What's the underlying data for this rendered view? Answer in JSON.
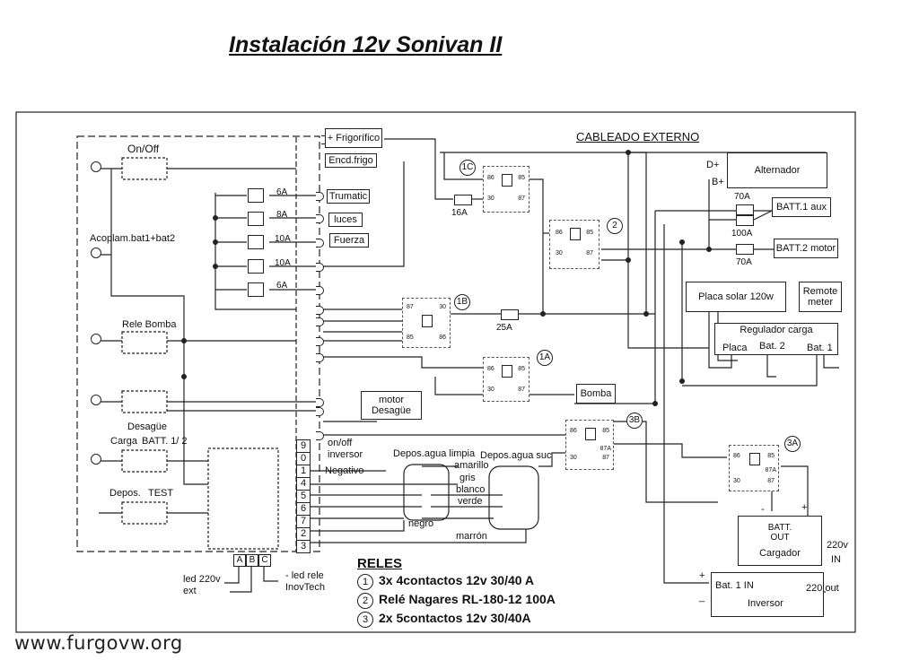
{
  "title": "Instalación 12v Sonivan II",
  "watermark": "www.furgovw.org",
  "external_header": "CABLEADO EXTERNO",
  "left_panel": {
    "on_off": "On/Off",
    "acoplam": "Acoplam.bat1+bat2",
    "rele_bomba": "Rele Bomba",
    "desague": "Desagüe",
    "carga": "Carga",
    "batt12": "BATT. 1/ 2",
    "depos": "Depos.",
    "test": "TEST"
  },
  "fuses": [
    "6A",
    "8A",
    "10A",
    "10A",
    "6A"
  ],
  "loads": {
    "frigorifico": "+ Frigorífico",
    "encd_frigo": "Encd.frigo",
    "trumatic": "Trumatic",
    "luces": "luces",
    "fuerza": "Fuerza",
    "motor_desague_1": "motor",
    "motor_desague_2": "Desagüe",
    "bomba": "Bomba",
    "onoff_inversor_1": "on/off",
    "onoff_inversor_2": "inversor",
    "negativo": "Negativo"
  },
  "terminal_numbers": [
    "9",
    "0",
    "1",
    "4",
    "5",
    "6",
    "7",
    "2",
    "3"
  ],
  "abc": [
    "A",
    "B",
    "C"
  ],
  "leds": {
    "led220_1": "led 220v",
    "led220_2": "ext",
    "ledrele_1": "- led rele",
    "ledrele_2": "InovTech"
  },
  "tanks": {
    "limpia": "Depos.agua limpia",
    "suc": "Depos.agua suc",
    "amarillo": "amarillo",
    "gris": "gris",
    "blanco": "blanco",
    "verde": "verde",
    "negro": "negro",
    "marron": "marrón"
  },
  "relays": {
    "r1c": "1C",
    "r2": "2",
    "r1b": "1B",
    "r1a": "1A",
    "r3b": "3B",
    "r3a": "3A"
  },
  "pins": {
    "p86": "86",
    "p85": "85",
    "p30": "30",
    "p87": "87",
    "p87a": "87A"
  },
  "fuse_labels": {
    "f16": "16A",
    "f25": "25A",
    "f70a": "70A",
    "f100": "100A",
    "f70b": "70A"
  },
  "external": {
    "dplus": "D+",
    "bplus": "B+",
    "alternador": "Alternador",
    "batt1": "BATT.1 aux",
    "batt2": "BATT.2 motor",
    "placa_solar": "Placa solar 120w",
    "remote_1": "Remote",
    "remote_2": "meter",
    "regulador": "Regulador carga",
    "placa": "Placa",
    "bat2": "Bat. 2",
    "bat1": "Bat. 1",
    "plus1": "+",
    "minus1": "-",
    "batt_out_1": "BATT.",
    "batt_out_2": "OUT",
    "cargador": "Cargador",
    "v220": "220v",
    "in": "IN",
    "bat1in": "Bat. 1 IN",
    "inversor": "Inversor",
    "out220": "220 out",
    "plus2": "+",
    "minus2": "-",
    "plus3": "+",
    "minus3": "_"
  },
  "reles_legend": {
    "title": "RELES",
    "items": [
      {
        "num": "1",
        "text": "3x 4contactos 12v 30/40 A"
      },
      {
        "num": "2",
        "text": "Relé Nagares RL-180-12 100A"
      },
      {
        "num": "3",
        "text": "2x 5contactos 12v 30/40A"
      }
    ]
  }
}
